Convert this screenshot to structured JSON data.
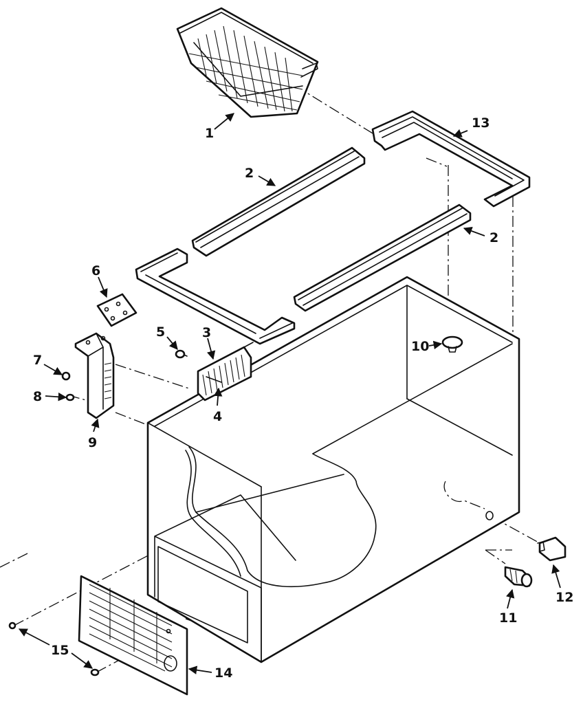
{
  "callouts": [
    {
      "id": "c1",
      "text": "1"
    },
    {
      "id": "c2a",
      "text": "2"
    },
    {
      "id": "c2b",
      "text": "2"
    },
    {
      "id": "c3",
      "text": "3"
    },
    {
      "id": "c4",
      "text": "4"
    },
    {
      "id": "c5",
      "text": "5"
    },
    {
      "id": "c6",
      "text": "6"
    },
    {
      "id": "c7",
      "text": "7"
    },
    {
      "id": "c8",
      "text": "8"
    },
    {
      "id": "c9",
      "text": "9"
    },
    {
      "id": "c10",
      "text": "10"
    },
    {
      "id": "c11",
      "text": "11"
    },
    {
      "id": "c12",
      "text": "12"
    },
    {
      "id": "c13",
      "text": "13"
    },
    {
      "id": "c14",
      "text": "14"
    },
    {
      "id": "c15",
      "text": "15"
    }
  ]
}
